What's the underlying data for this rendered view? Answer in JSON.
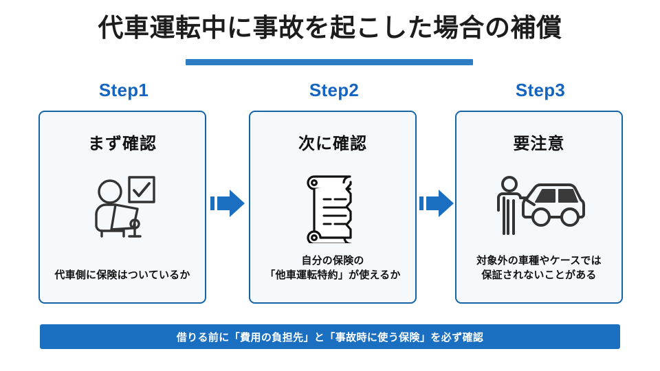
{
  "slide": {
    "title": "代車運転中に事故を起こした場合の補償",
    "accent_blue": "#1B6FC0",
    "title_bar_blue": "#2E7CC4",
    "card_border_blue": "#1464A5",
    "card_bg": "#F5F9FC",
    "step_text_blue": "#1565C0",
    "icon_stroke": "#333333"
  },
  "steps": [
    {
      "step_label": "Step1",
      "heading": "まず確認",
      "icon": "person-checkbox-icon",
      "caption_lines": [
        "代車側に保険はついているか"
      ]
    },
    {
      "step_label": "Step2",
      "heading": "次に確認",
      "icon": "scroll-contract-icon",
      "caption_lines": [
        "自分の保険の",
        "「他車運転特約」が使えるか"
      ]
    },
    {
      "step_label": "Step3",
      "heading": "要注意",
      "icon": "person-car-icon",
      "caption_lines": [
        "対象外の車種やケースでは",
        "保証されないことがある"
      ]
    }
  ],
  "arrows": [
    {
      "name": "arrow-step1-to-step2",
      "direction": "right"
    },
    {
      "name": "arrow-step2-to-step3",
      "direction": "right"
    }
  ],
  "banner": {
    "text": "借りる前に「費用の負担先」と「事故時に使う保険」を必ず確認"
  }
}
